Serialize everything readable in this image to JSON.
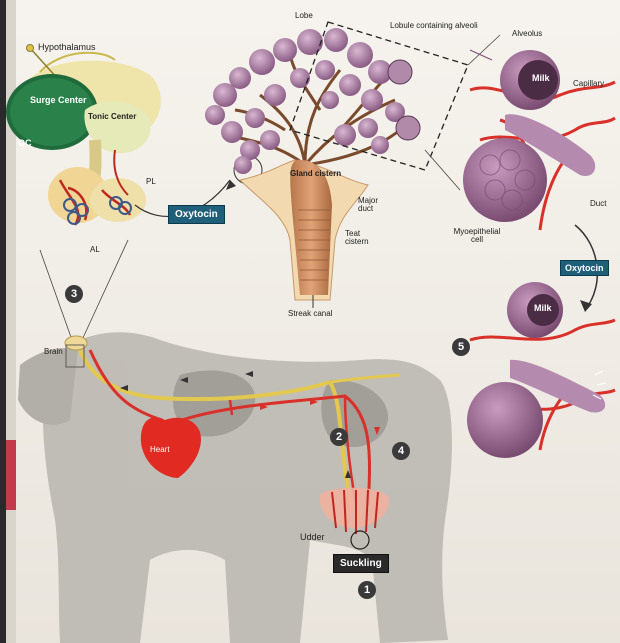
{
  "labels": {
    "hypothalamus": "Hypothalamus",
    "surge_center": "Surge Center",
    "tonic_center": "Tonic Center",
    "oc": "OC",
    "pl": "PL",
    "al": "AL",
    "oxytocin_left": "Oxytocin",
    "lobe": "Lobe",
    "lobule": "Lobule containing alveoli",
    "gland_cistern": "Gland cistern",
    "major_duct": "Major duct",
    "teat_cistern": "Teat cistern",
    "streak_canal": "Streak canal",
    "alveolus": "Alveolus",
    "milk_top": "Milk",
    "capillary": "Capillary",
    "duct": "Duct",
    "myoepithelial": "Myoepithelial cell",
    "oxytocin_right": "Oxytocin",
    "milk_bottom": "Milk",
    "brain": "Brain",
    "heart": "Heart",
    "udder": "Udder",
    "suckling": "Suckling"
  },
  "steps": {
    "one": "1",
    "two": "2",
    "three": "3",
    "four": "4",
    "five": "5"
  },
  "colors": {
    "artery": "#d9302a",
    "nerve": "#e0c250",
    "tag": "#1f5f7a",
    "lobe": "#a7789f",
    "cow": "#b8b4ae"
  }
}
